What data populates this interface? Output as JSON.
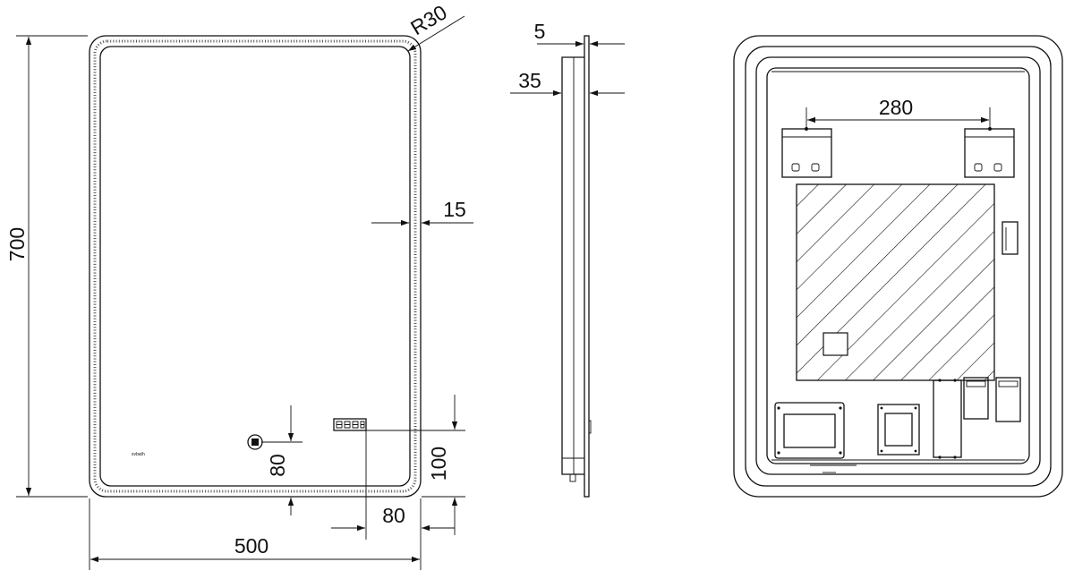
{
  "dimensions": {
    "height": "700",
    "width": "500",
    "radius": "R30",
    "led_inset": "15",
    "switch_height": "80",
    "display_height": "100",
    "display_offset": "80",
    "glass_thickness": "5",
    "total_depth": "35",
    "hanger_spacing": "280"
  },
  "front_view": {
    "logo_text": "svbath"
  },
  "colors": {
    "line": "#111111",
    "background": "#ffffff"
  }
}
